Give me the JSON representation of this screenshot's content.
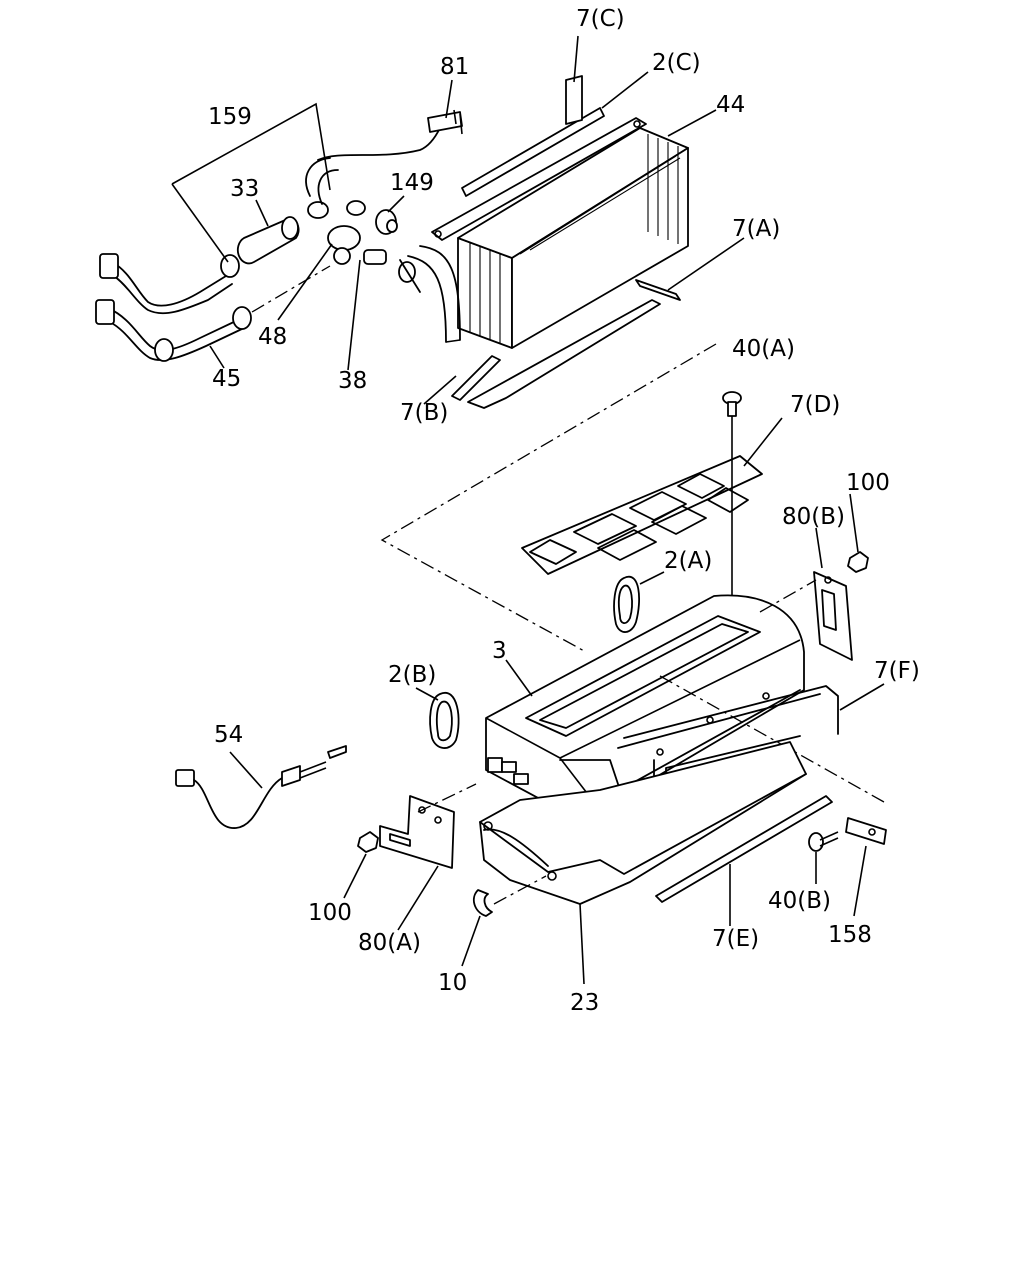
{
  "labels": {
    "l7c": "7(C)",
    "l2c": "2(C)",
    "l81": "81",
    "l44": "44",
    "l159": "159",
    "l33": "33",
    "l149": "149",
    "l7a": "7(A)",
    "l48": "48",
    "l45": "45",
    "l38": "38",
    "l7b": "7(B)",
    "l40a": "40(A)",
    "l7d": "7(D)",
    "l100a": "100",
    "l80b": "80(B)",
    "l2a": "2(A)",
    "l3": "3",
    "l2b": "2(B)",
    "l7f": "7(F)",
    "l54": "54",
    "l100b": "100",
    "l80a": "80(A)",
    "l40b": "40(B)",
    "l158": "158",
    "l7e": "7(E)",
    "l10": "10",
    "l23": "23"
  }
}
